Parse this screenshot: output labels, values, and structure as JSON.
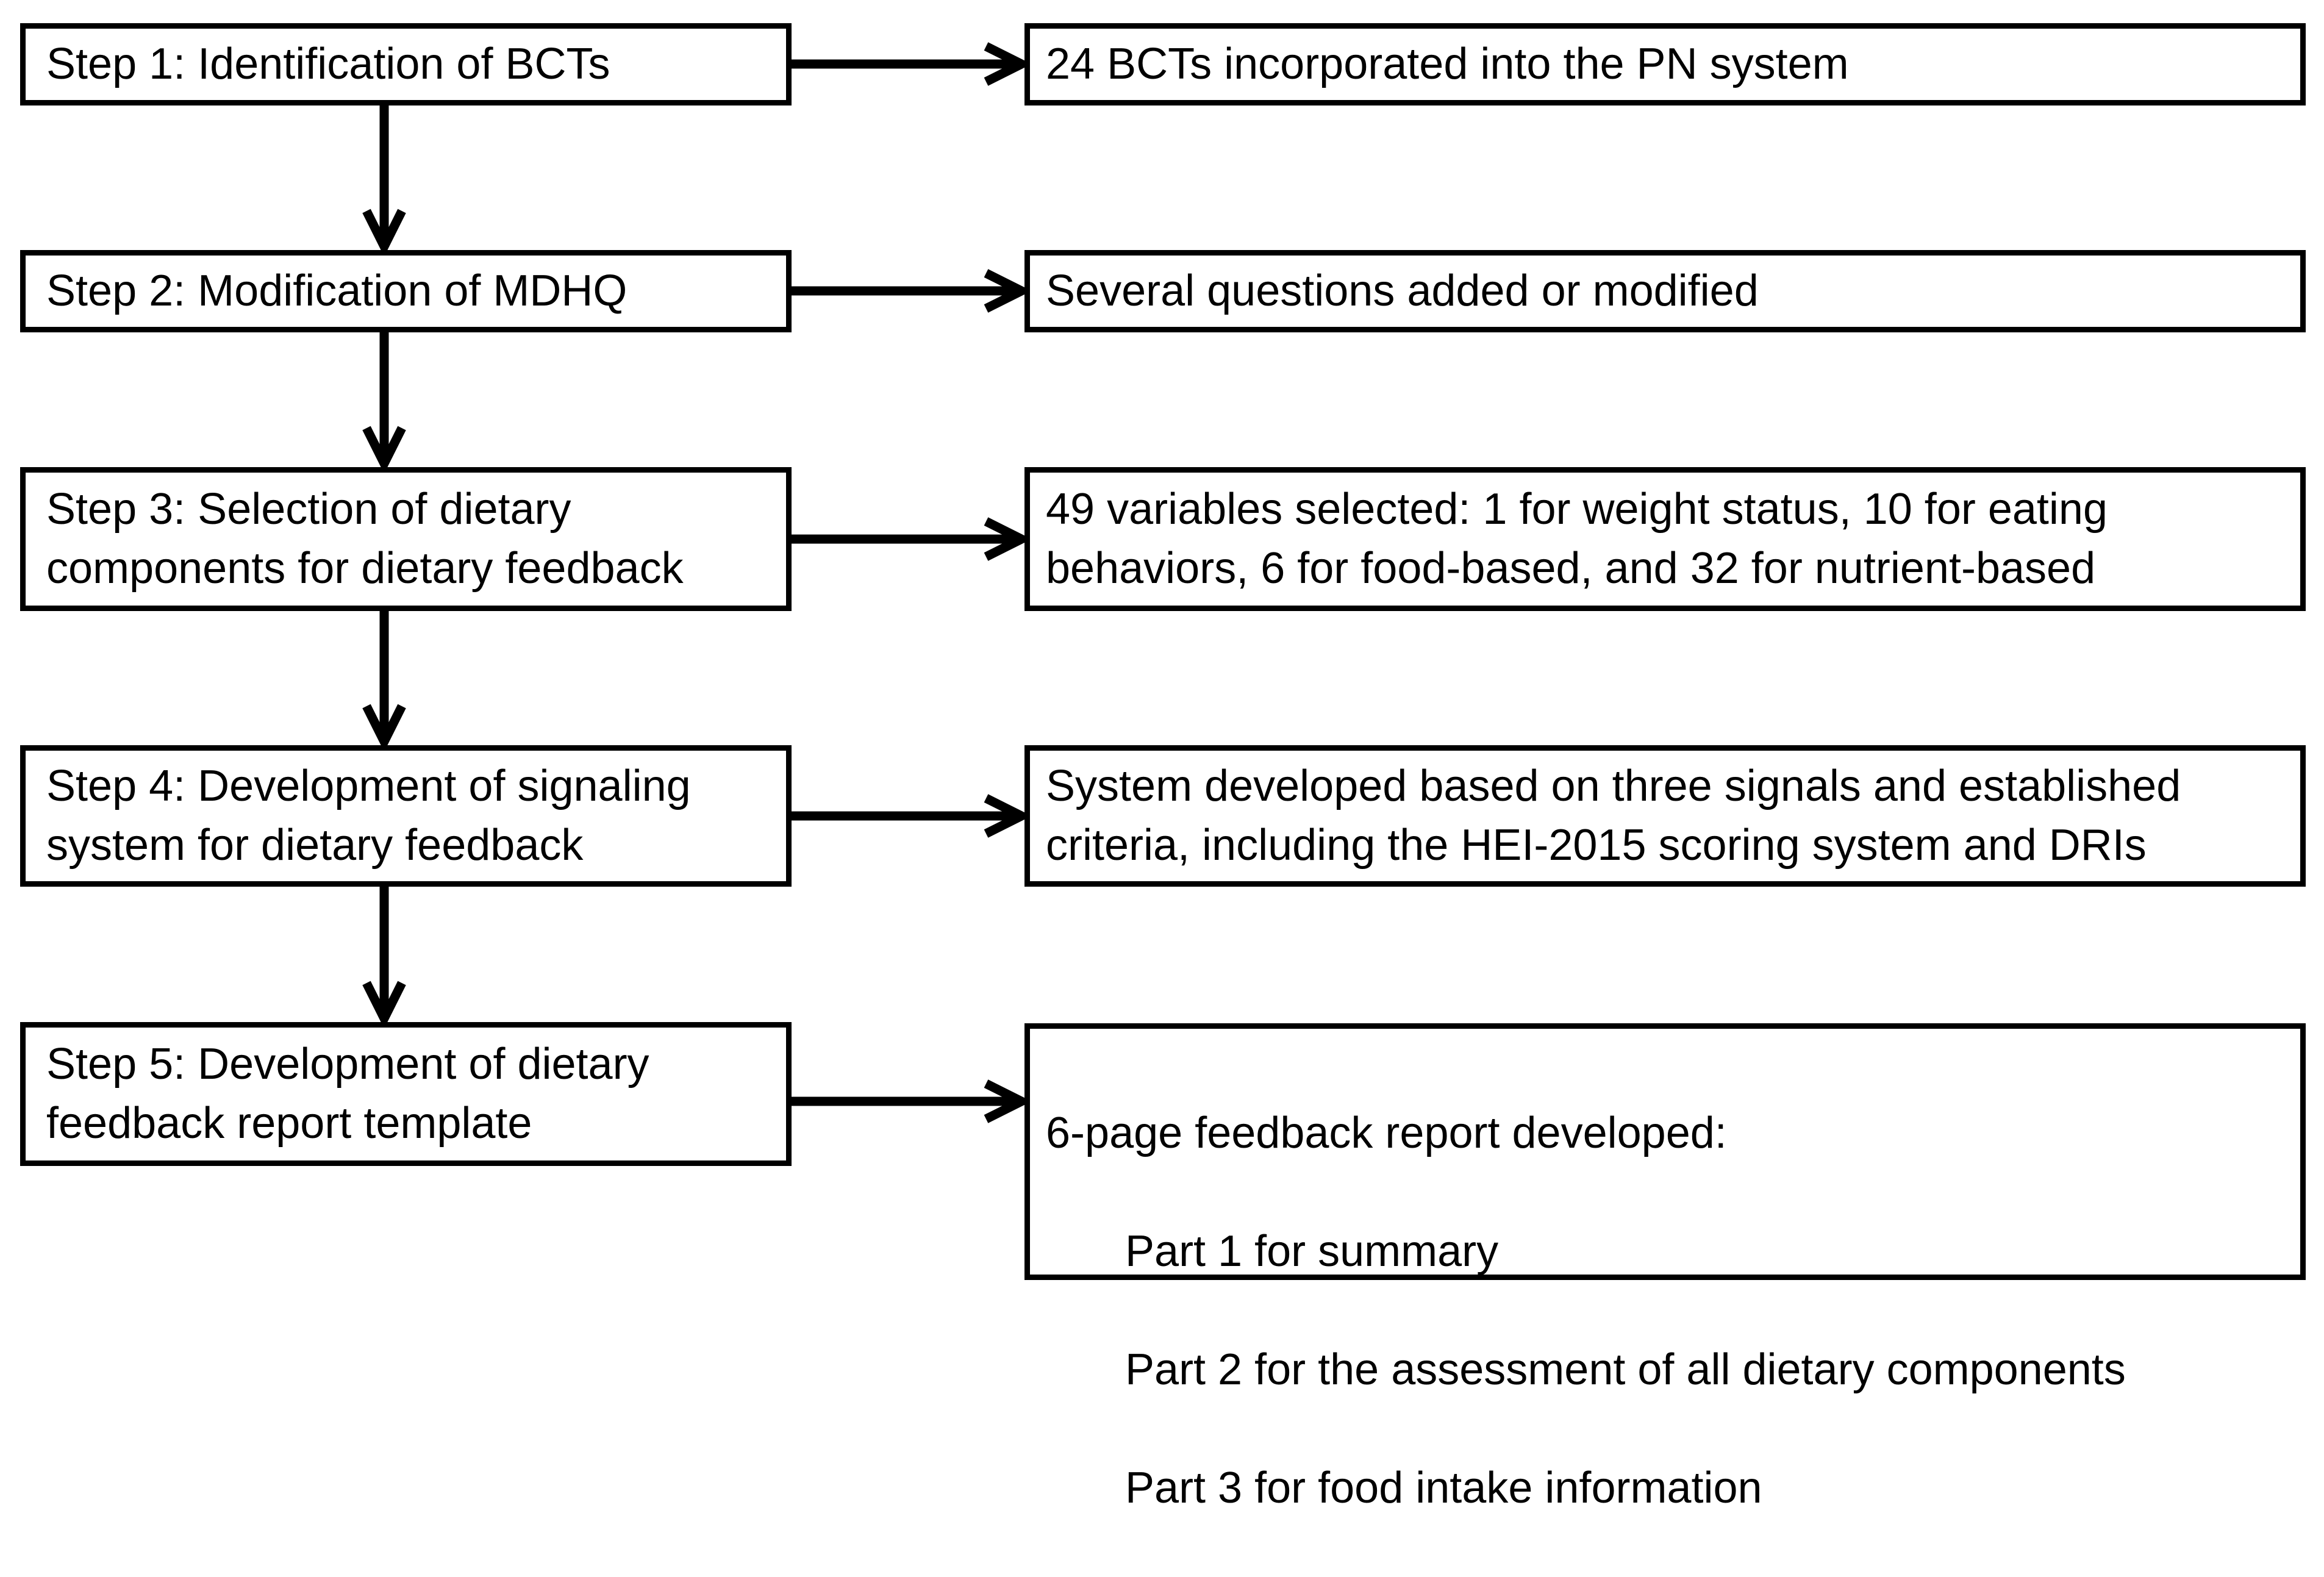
{
  "flowchart": {
    "background_color": "#ffffff",
    "ink_color": "#000000",
    "rows": [
      {
        "step_label": "Step 1: Identification of BCTs",
        "outcome_label": "24 BCTs incorporated into the PN system"
      },
      {
        "step_label": "Step 2: Modification of MDHQ",
        "outcome_label": "Several questions added or modified"
      },
      {
        "step_label": "Step 3: Selection of dietary\ncomponents for dietary feedback",
        "outcome_label": "49 variables selected: 1 for weight status, 10 for eating\nbehaviors, 6 for food-based, and 32 for nutrient-based"
      },
      {
        "step_label": "Step 4: Development of signaling\nsystem for dietary feedback",
        "outcome_label": "System developed based on three signals and established\ncriteria, including the HEI-2015 scoring system and DRIs"
      },
      {
        "step_label": "Step 5: Development of dietary\nfeedback report template",
        "outcome_header": "6-page feedback report developed:",
        "outcome_parts": [
          "Part 1 for summary",
          "Part 2 for the assessment of all dietary components",
          "Part 3 for food intake information"
        ]
      }
    ]
  }
}
